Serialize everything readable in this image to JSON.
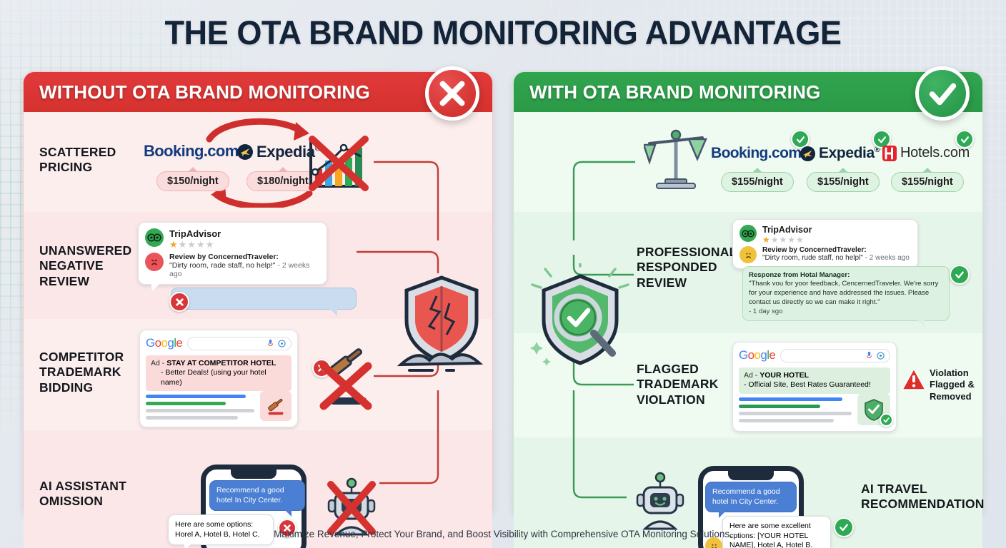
{
  "title": "THE OTA BRAND MONITORING ADVANTAGE",
  "caption": "Maximize Revenue, Protect Your Brand, and Boost Visibility with Comprehensive OTA Monitoring Solutions.",
  "colors": {
    "bad_accent": "#d5322f",
    "good_accent": "#2b9a47",
    "bad_panel_bg": "#fdeeee",
    "good_panel_bg": "#effaf1",
    "title_color": "#132338"
  },
  "bad": {
    "header": "WITHOUT OTA BRAND MONITORING",
    "badge_icon": "x-mark-icon",
    "rows": {
      "pricing": {
        "label": "SCATTERED\nPRICING",
        "otas": [
          {
            "name": "Booking.com",
            "price": "$150/night",
            "status_icon": "x-mark-icon"
          },
          {
            "name": "Expedia",
            "price": "$180/night",
            "status_icon": "x-mark-icon"
          }
        ],
        "chart_icon": "bar-chart-crossed-out-icon"
      },
      "review": {
        "label": "UNANSWERED\nNEGATIVE\nREVIEW",
        "platform": "TripAdvisor",
        "rating": 1,
        "max_rating": 5,
        "review_author_line": "Review by ConcernedTraveler:",
        "review_text": "\"Dirty room, rade staff, no help!\"",
        "review_age": "- 2 weeks ago",
        "reply_placeholder": "",
        "reply_status_icon": "x-mark-icon",
        "mood_icon": "frowning-face-icon"
      },
      "trademark": {
        "label": "COMPETITOR\nTRADEMARK\nBIDDING",
        "search_engine": "Google",
        "ad_tag": "Ad - ",
        "ad_title": "STAY AT COMPETITOR HOTEL",
        "ad_sub": "- Better Deals! (using your hotel name)",
        "status_icon": "x-mark-icon",
        "gavel_icon": "gavel-crossed-out-icon"
      },
      "ai": {
        "label": "AI ASSISTANT\nOMISSION",
        "user_message": "Recommend a good hotel In City Center.",
        "assistant_message": "Here are some options: Horel A, Hotel B, Hotel C.",
        "status_icon": "x-mark-icon",
        "robot_icon": "robot-crossed-out-icon"
      }
    },
    "center_icon": "broken-shield-icon"
  },
  "good": {
    "header": "WITH OTA BRAND MONITORING",
    "badge_icon": "check-mark-icon",
    "rows": {
      "pricing": {
        "label": "",
        "scale_icon": "balance-scale-icon",
        "otas": [
          {
            "name": "Booking.com",
            "price": "$155/night",
            "status_icon": "check-mark-icon"
          },
          {
            "name": "Expedia",
            "price": "$155/night",
            "status_icon": "check-mark-icon"
          },
          {
            "name": "Hotels.com",
            "price": "$155/night",
            "status_icon": "check-mark-icon"
          }
        ]
      },
      "review": {
        "label": "PROFESSIONALLY\nRESPONDED\nREVIEW",
        "platform": "TripAdvisor",
        "rating": 1,
        "max_rating": 5,
        "review_author_line": "Review by ConcernedTraveler:",
        "review_text": "\"Dirty room, rude staff, no helpl\"",
        "review_age": "- 2 weeks ago",
        "response_title": "Responze from Hotal Manager:",
        "response_text": "\"Thank vou for yoor feedback, CencernedTraveler. We're sorry for your experience and have addressed the issues. Please contact us directly so we can make it right.\"",
        "response_age": "- 1 day sgo",
        "status_icon": "check-mark-icon",
        "mood_icon": "slight-frown-face-icon"
      },
      "trademark": {
        "label": "FLAGGED\nTRADEMARK\nVIOLATION",
        "search_engine": "Google",
        "ad_tag": "Ad - ",
        "ad_title": "YOUR HOTEL",
        "ad_sub": "- Official Site, Best Rates Guaranteed!",
        "shield_icon": "verified-shield-icon",
        "warning_icon": "warning-triangle-icon",
        "note": "Violation\nFlagged &\nRemoved"
      },
      "ai": {
        "label": "AI TRAVEL\nRECOMMENDATION",
        "user_message": "Recommend a good hotel In City Center.",
        "assistant_message": "Here are some excellent cptions: [YOUR HOTEL NAME], Hotel A, Hotel B.",
        "status_icon": "check-mark-icon",
        "robot_icon": "robot-icon",
        "mood_icon": "smiling-face-icon"
      }
    },
    "center_icon": "shield-with-magnifier-icon"
  }
}
